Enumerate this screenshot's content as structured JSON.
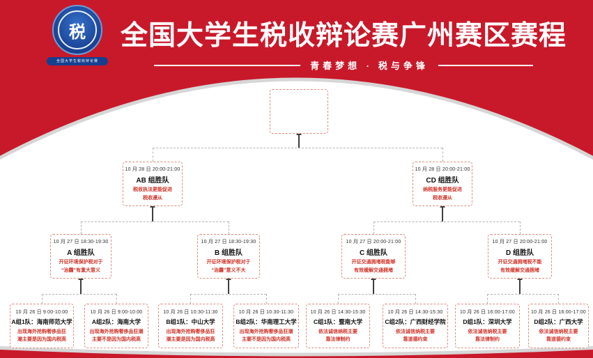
{
  "header": {
    "title": "全国大学生税收辩论赛广州赛区赛程",
    "subtitle": "青春梦想 · 税与争锋",
    "logo": {
      "glyph": "税",
      "banner": "全国大学生税收辩论赛"
    }
  },
  "colors": {
    "header_red": "#c8192a",
    "logo_blue": "#1b4699",
    "box_border_red": "#dd8b7d",
    "topic_red": "#cf3328",
    "text_dark": "#2b2b2b",
    "connector_grey": "#b3b3b3",
    "arrow_dark": "#3d3d3d",
    "curve_grey": "#d6d6d6"
  },
  "bracket": {
    "final": {
      "label": ""
    },
    "semifinals": [
      {
        "date": "10 月 28 日 20:00-21:00",
        "team": "AB 组胜队",
        "topic": "税收执法更能促进\n税收遵从"
      },
      {
        "date": "10 月 28 日 20:00-21:00",
        "team": "CD 组胜队",
        "topic": "纳税服务更能促进\n税收遵从"
      }
    ],
    "quarterfinals": [
      {
        "date": "10 月 27 日 18:30-19:30",
        "team": "A 组胜队",
        "topic": "开征环境保护税对于\n“治霾”有重大意义"
      },
      {
        "date": "10 月 27 日 18:30-19:30",
        "team": "B 组胜队",
        "topic": "开征环境保护税对于\n“治霾”意义不大"
      },
      {
        "date": "10 月 27 日 20:00-21:00",
        "team": "C 组胜队",
        "topic": "开征交通拥堵税能够\n有效缓解交通拥堵"
      },
      {
        "date": "10 月 27 日 20:00-21:00",
        "team": "D 组胜队",
        "topic": "开征交通拥堵税不能\n有效缓解交通拥堵"
      }
    ],
    "round1": [
      {
        "date": "10 月 26 日 9:00-10:00",
        "team": "A组1队：海南师范大学",
        "topic": "出现海外抢购奢侈品狂\n潮主要是因为国内税高"
      },
      {
        "date": "10 月 26 日 9:00-10:00",
        "team": "A组2队：海南大学",
        "topic": "出现海外抢购奢侈品狂潮\n主要不是因为国内税高"
      },
      {
        "date": "10 月 26 日 10:30-11:30",
        "team": "B组1队：中山大学",
        "topic": "出现海外抢购奢侈品狂\n潮主要是因为国内税高"
      },
      {
        "date": "10 月 26 日 10:30-11:30",
        "team": "B组2队：华南理工大学",
        "topic": "出现海外抢购奢侈品狂潮\n主要不是因为国内税高"
      },
      {
        "date": "10 月 26 日 14:30-15:30",
        "team": "C组1队：暨南大学",
        "topic": "依法诚信纳税主要\n靠法律制约"
      },
      {
        "date": "10 月 26 日 14:30-15:30",
        "team": "C组2队：广西财经学院",
        "topic": "依法诚信纳税主要\n靠道德约束"
      },
      {
        "date": "10 月 26 日 16:00-17:00",
        "team": "D组1队：深圳大学",
        "topic": "依法诚信纳税主要\n靠法律制约"
      },
      {
        "date": "10 月 26 日 16:00-17:00",
        "team": "D组2队：广西大学",
        "topic": "依法诚信纳税主要\n靠道德约束"
      }
    ]
  }
}
